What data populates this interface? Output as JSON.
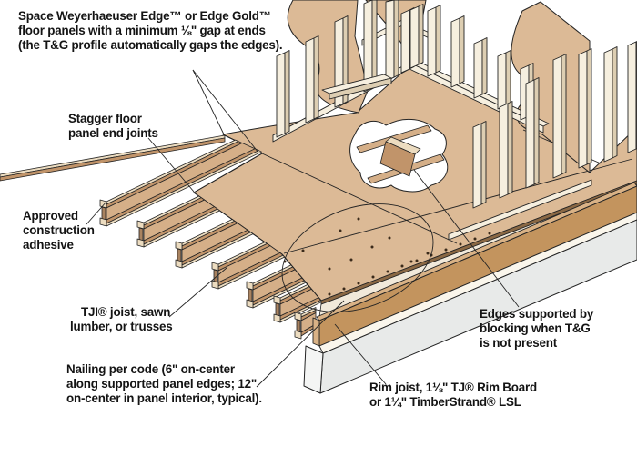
{
  "labels": {
    "spacing_note": {
      "lines": [
        "Space Weyerhaeuser Edge™ or Edge Gold™",
        "floor panels with a minimum ⅛\" gap at ends",
        "(the T&G profile automatically gaps the edges)."
      ]
    },
    "stagger": {
      "lines": [
        "Stagger floor",
        "panel end joints"
      ]
    },
    "adhesive": {
      "lines": [
        "Approved",
        "construction",
        "adhesive"
      ]
    },
    "tji": {
      "lines": [
        "TJI® joist, sawn",
        "lumber, or trusses"
      ]
    },
    "nailing": {
      "lines": [
        "Nailing per code (6\" on-center",
        "along supported panel edges; 12\"",
        "on-center in panel interior, typical)."
      ]
    },
    "edge_blocking": {
      "lines": [
        "Edges supported by",
        "blocking when T&G",
        "is not present"
      ]
    },
    "rim": {
      "lines": [
        "Rim joist, 1⅛\" TJ® Rim Board",
        "or 1¼\" TimberStrand® LSL"
      ]
    }
  },
  "colors": {
    "bg": "#ffffff",
    "text": "#141414",
    "outline": "#242424",
    "panel": "#dcba96",
    "panel-dark": "#8a6844",
    "joist-top": "#ecdcc0",
    "joist-front": "#c1946a",
    "joist-web": "#d5af88",
    "joist-end": "#a98360",
    "rim-face": "#c3945e",
    "rim-top": "#d9b286",
    "stud-front": "#f6efdf",
    "stud-side": "#ddceb2",
    "found-face": "#e8eae9",
    "found-end": "#f4f5f4",
    "sill": "#faf6ec"
  }
}
